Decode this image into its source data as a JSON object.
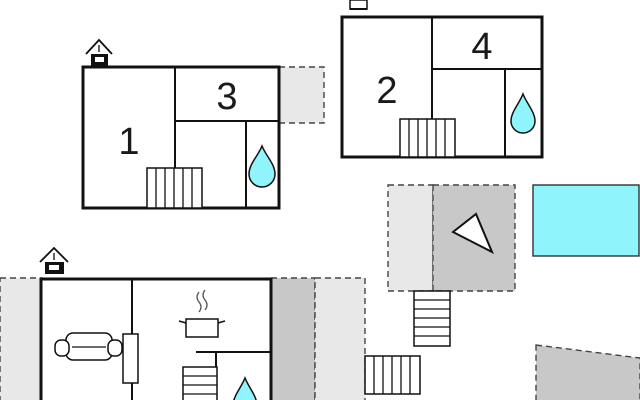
{
  "floor_plan": {
    "rooms": [
      {
        "id": "room-1",
        "label": "1"
      },
      {
        "id": "room-2",
        "label": "2"
      },
      {
        "id": "room-3",
        "label": "3"
      },
      {
        "id": "room-4",
        "label": "4"
      }
    ],
    "icons": [
      "house-entrance-icon",
      "stairs-icon",
      "bathroom-drop-icon",
      "sofa-icon",
      "cooking-pot-icon",
      "compass-north-icon",
      "pool-icon"
    ]
  },
  "colors": {
    "wall": "#111111",
    "terrace_light": "#e8e8e8",
    "terrace_dark": "#c8c8c8",
    "pool": "#90f4fc",
    "water_drop": "#90f4fc",
    "dash": "#444444"
  }
}
